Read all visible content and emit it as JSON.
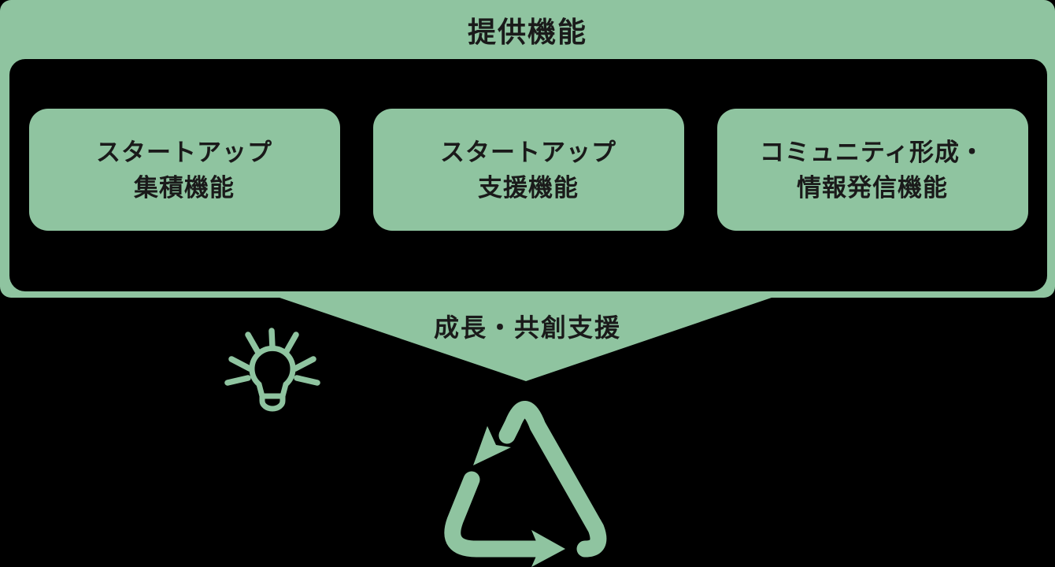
{
  "diagram": {
    "title": "提供機能",
    "boxes": [
      {
        "line1": "スタートアップ",
        "line2": "集積機能"
      },
      {
        "line1": "スタートアップ",
        "line2": "支援機能"
      },
      {
        "line1": "コミュニティ形成・",
        "line2": "情報発信機能"
      }
    ],
    "funnel": {
      "label": "成長・共創支援"
    },
    "icons": [
      {
        "name": "lightbulb-icon"
      },
      {
        "name": "recycle-cycle-icon"
      }
    ],
    "colors": {
      "green": "#8FC4A0",
      "background": "#000000",
      "text": "#1A1A1A"
    }
  }
}
